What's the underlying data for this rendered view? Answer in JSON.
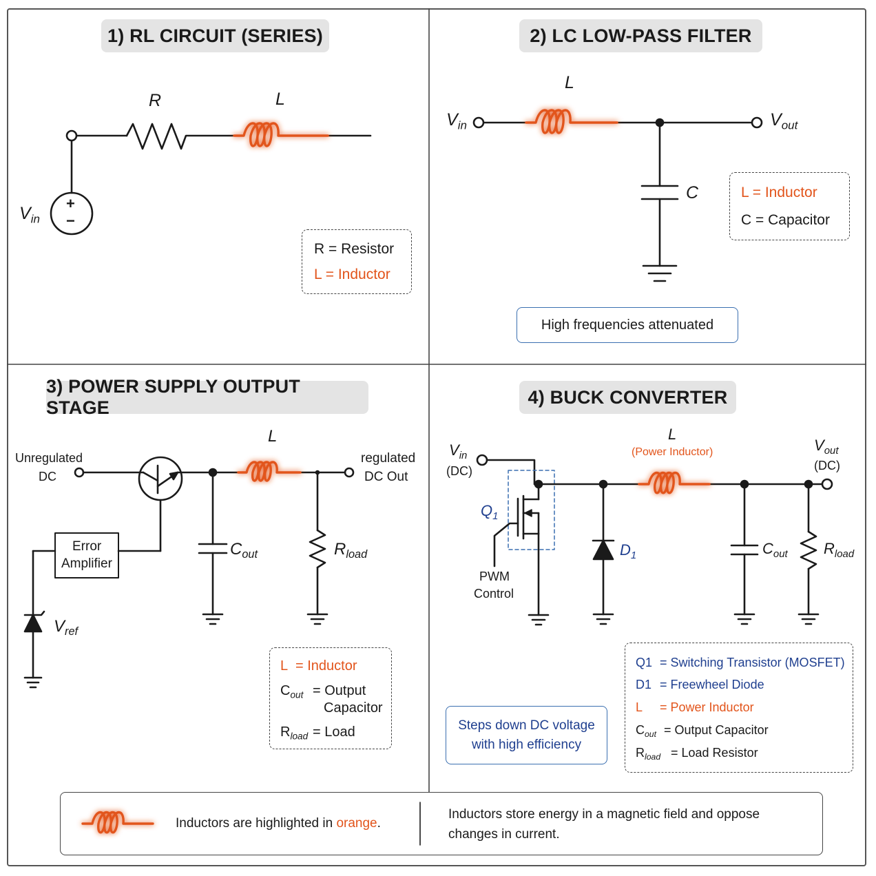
{
  "panels": {
    "rl": {
      "title": "1) RL CIRCUIT (SERIES)",
      "labels": {
        "r": "R",
        "l": "L",
        "vin": "V",
        "vin_sub": "in",
        "plus": "+",
        "minus": "−"
      },
      "legend": {
        "r_line": "R = Resistor",
        "l_line": "L = Inductor"
      }
    },
    "lc": {
      "title": "2) LC LOW-PASS FILTER",
      "labels": {
        "l": "L",
        "c": "C",
        "vin": "V",
        "vin_sub": "in",
        "vout": "V",
        "vout_sub": "out"
      },
      "legend": {
        "l_line": "L = Inductor",
        "c_line": "C = Capacitor"
      },
      "note": "High frequencies attenuated"
    },
    "psu": {
      "title": "3) POWER SUPPLY OUTPUT STAGE",
      "labels": {
        "unreg_1": "Unregulated",
        "unreg_2": "DC",
        "reg_1": "regulated",
        "reg_2": "DC Out",
        "l": "L",
        "cout": "C",
        "cout_sub": "out",
        "rload": "R",
        "rload_sub": "load",
        "err_1": "Error",
        "err_2": "Amplifier",
        "vref": "V",
        "vref_sub": "ref"
      },
      "legend": {
        "l_key": "L",
        "l_val": "= Inductor",
        "c_key": "C",
        "c_sub": "out",
        "c_val_1": "= Output",
        "c_val_2": "Capacitor",
        "r_key": "R",
        "r_sub": "load",
        "r_val": "= Load"
      }
    },
    "buck": {
      "title": "4) BUCK CONVERTER",
      "labels": {
        "vin": "V",
        "vin_sub": "in",
        "vin_dc": "(DC)",
        "l": "L",
        "l_note": "(Power Inductor)",
        "vout": "V",
        "vout_sub": "out",
        "vout_dc": "(DC)",
        "q1": "Q",
        "q1_sub": "1",
        "d1": "D",
        "d1_sub": "1",
        "cout": "C",
        "cout_sub": "out",
        "rload": "R",
        "rload_sub": "load",
        "pwm_1": "PWM",
        "pwm_2": "Control"
      },
      "note_1": "Steps down DC voltage",
      "note_2": "with high efficiency",
      "legend": {
        "q1_key": "Q1",
        "q1_val": "= Switching Transistor (MOSFET)",
        "d1_key": "D1",
        "d1_val": "= Freewheel Diode",
        "l_key": "L",
        "l_val": "= Power Inductor",
        "c_key": "C",
        "c_sub": "out",
        "c_val": "= Output Capacitor",
        "r_key": "R",
        "r_sub": "load",
        "r_val": "= Load Resistor"
      }
    }
  },
  "footer": {
    "highlight_prefix": "Inductors are highlighted in ",
    "highlight_word": "orange",
    "highlight_suffix": ".",
    "info_1": "Inductors store energy in a magnetic field and oppose",
    "info_2": "changes in current."
  },
  "colors": {
    "inductor": "#e2541b",
    "blue": "#1f3f8f",
    "note_border": "#3a6fb0",
    "wire": "#1a1a1a"
  }
}
